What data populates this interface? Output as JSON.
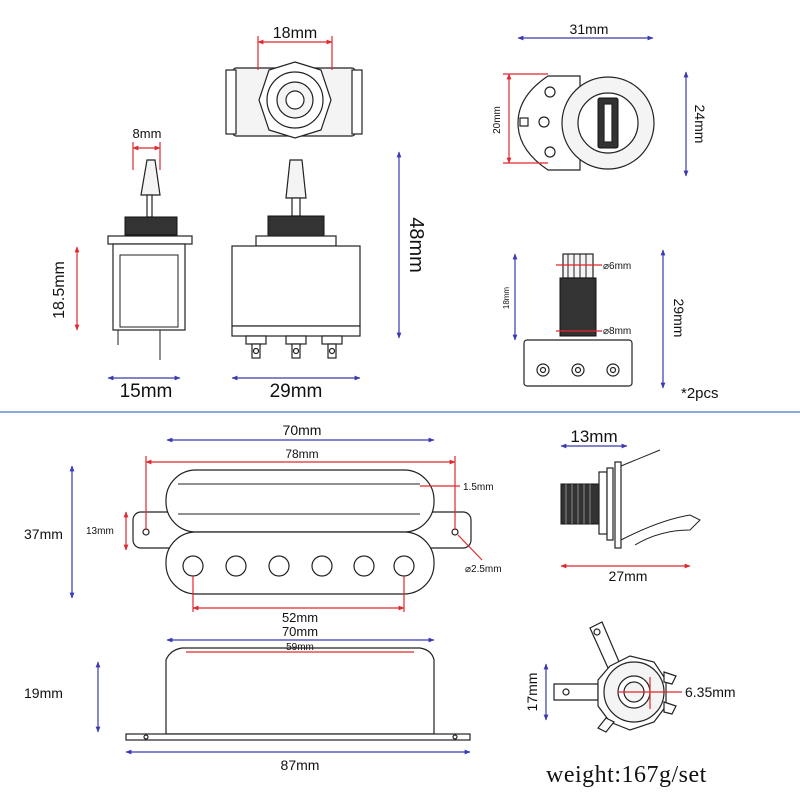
{
  "toggle_switch": {
    "width_top": "18mm",
    "lever": "8mm",
    "height": "48mm",
    "body_height": "18.5mm",
    "side_width": "15mm",
    "front_width": "29mm"
  },
  "potentiometer": {
    "width": "31mm",
    "height": "24mm",
    "body": "20mm",
    "shaft_diameter": "⌀6mm",
    "thread_diameter": "⌀8mm",
    "shaft_length": "18mm",
    "total_height": "29mm",
    "quantity": "*2pcs"
  },
  "humbucker": {
    "cover_width": "70mm",
    "flange_width": "78mm",
    "slot_width": "1.5mm",
    "height": "37mm",
    "coil_height": "13mm",
    "hole_diameter": "⌀2.5mm",
    "pole_spacing": "52mm",
    "side_width": "70mm",
    "side_top": "59mm",
    "side_height": "19mm",
    "base_width": "87mm"
  },
  "output_jack": {
    "thread": "13mm",
    "length": "27mm",
    "height": "17mm",
    "hole": "6.35mm"
  },
  "weight": "weight:167g/set",
  "colors": {
    "dimension_red": "#e0282e",
    "dimension_blue": "#3a3ab0",
    "separator": "#4a78c8"
  }
}
